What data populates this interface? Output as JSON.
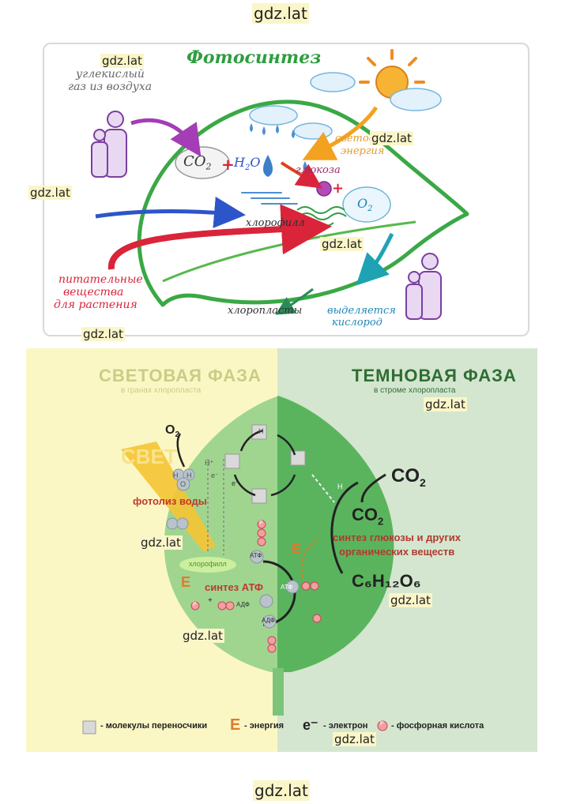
{
  "watermarks": {
    "top": "gdz.lat",
    "bottom": "gdz.lat",
    "items": [
      "gdz.lat",
      "gdz.lat",
      "gdz.lat",
      "gdz.lat",
      "gdz.lat",
      "gdz.lat",
      "gdz.lat",
      "gdz.lat",
      "gdz.lat"
    ]
  },
  "photosynthesis": {
    "title": "Фотосинтез",
    "co2_label_line1": "углекислый",
    "co2_label_line2": "газ из воздуха",
    "light_line1": "световая",
    "light_line2": "энергия",
    "glucose": "глюкоза",
    "chlorophyll": "хлорофилл",
    "nutrients_line1": "питательные",
    "nutrients_line2": "вещества",
    "nutrients_line3": "для растения",
    "chloroplasts": "хлоропласты",
    "oxygen_line1": "выделяется",
    "oxygen_line2": "кислород",
    "co2_formula": "CO",
    "co2_sub": "2",
    "h2o_formula": "H",
    "h2o_sub": "2",
    "h2o_o": "O",
    "o2_formula": "O",
    "o2_sub": "2",
    "plus": "+"
  },
  "phases": {
    "light_title": "СВЕТОВАЯ ФАЗА",
    "light_sub": "в гранах хлоропласта",
    "dark_title": "ТЕМНОВАЯ ФАЗА",
    "dark_sub": "в строме хлоропласта",
    "light_word": "СВЕТ",
    "photolysis": "фотолиз воды",
    "chlorophyll": "хлорофилл",
    "atp_synthesis": "синтез АТФ",
    "glucose_synthesis_line1": "синтез глюкозы и других",
    "glucose_synthesis_line2": "органических веществ",
    "o2": "O",
    "o2_sub": "2",
    "co2_in": "CO",
    "co2_in_sub": "2",
    "co2": "CO",
    "co2_sub": "2",
    "glucose_formula": "C₆H₁₂O₆",
    "atf": "АТФ",
    "adf": "АДФ",
    "h": "H",
    "o": "O",
    "h_plus": "H⁺",
    "e_minus": "e⁻",
    "p": "P",
    "e_energy": "E",
    "plus": "+",
    "legend": {
      "carriers": "- молекулы переносчики",
      "energy_symbol": "E",
      "energy": "- энергия",
      "electron_symbol": "e⁻",
      "electron": "- электрон",
      "phosphate_symbol": "P",
      "phosphate": "- фосфорная кислота"
    }
  }
}
